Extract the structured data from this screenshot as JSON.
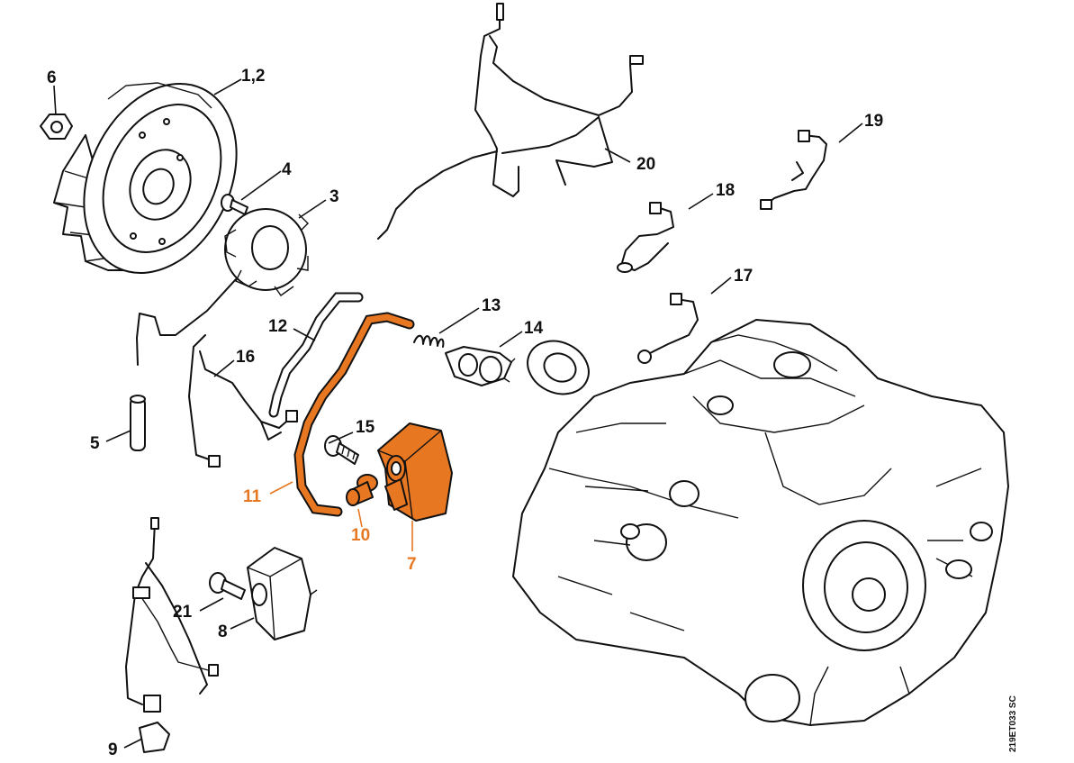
{
  "diagram": {
    "drawing_code": "219ET033 SC",
    "highlight_color": "#e87722",
    "callouts": [
      {
        "id": "c6",
        "text": "6",
        "highlighted": false
      },
      {
        "id": "c12a",
        "text": "1,2",
        "highlighted": false
      },
      {
        "id": "c4",
        "text": "4",
        "highlighted": false
      },
      {
        "id": "c3",
        "text": "3",
        "highlighted": false
      },
      {
        "id": "c20",
        "text": "20",
        "highlighted": false
      },
      {
        "id": "c19",
        "text": "19",
        "highlighted": false
      },
      {
        "id": "c18",
        "text": "18",
        "highlighted": false
      },
      {
        "id": "c17",
        "text": "17",
        "highlighted": false
      },
      {
        "id": "c13",
        "text": "13",
        "highlighted": false
      },
      {
        "id": "c14",
        "text": "14",
        "highlighted": false
      },
      {
        "id": "c12",
        "text": "12",
        "highlighted": false
      },
      {
        "id": "c16",
        "text": "16",
        "highlighted": false
      },
      {
        "id": "c5",
        "text": "5",
        "highlighted": false
      },
      {
        "id": "c15",
        "text": "15",
        "highlighted": false
      },
      {
        "id": "c11",
        "text": "11",
        "highlighted": true
      },
      {
        "id": "c10",
        "text": "10",
        "highlighted": true
      },
      {
        "id": "c7",
        "text": "7",
        "highlighted": true
      },
      {
        "id": "c21",
        "text": "21",
        "highlighted": false
      },
      {
        "id": "c8",
        "text": "8",
        "highlighted": false
      },
      {
        "id": "c9",
        "text": "9",
        "highlighted": false
      }
    ]
  }
}
